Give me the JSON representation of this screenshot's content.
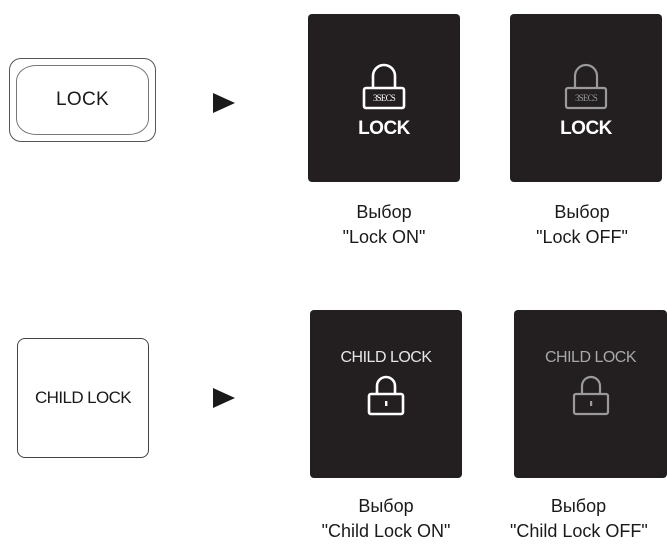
{
  "lock_section": {
    "button_label": "LOCK",
    "panel_on": {
      "badge": "3SECS",
      "label": "LOCK",
      "caption_line1": "Выбор",
      "caption_line2": "\"Lock ON\""
    },
    "panel_off": {
      "badge": "3SECS",
      "label": "LOCK",
      "caption_line1": "Выбор",
      "caption_line2": "\"Lock OFF\""
    }
  },
  "child_lock_section": {
    "button_label": "CHILD LOCK",
    "panel_on": {
      "label": "CHILD LOCK",
      "caption_line1": "Выбор",
      "caption_line2": "\"Child Lock  ON\""
    },
    "panel_off": {
      "label": "CHILD LOCK",
      "caption_line1": "Выбор",
      "caption_line2": "\"Child Lock  OFF\""
    }
  },
  "colors": {
    "panel_bg": "#231f20",
    "on_fg": "#ffffff",
    "off_fg": "#9a9a9a"
  }
}
